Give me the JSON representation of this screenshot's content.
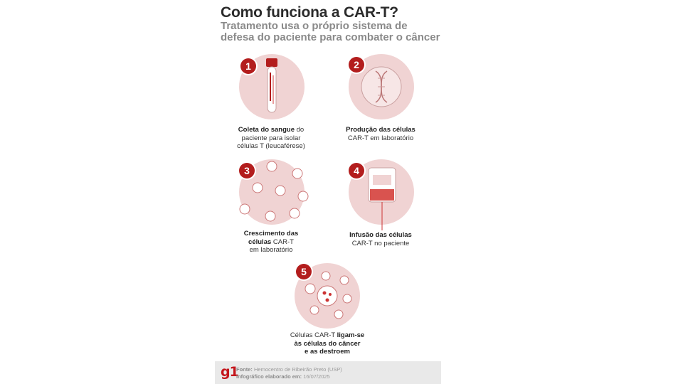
{
  "title": "Como funciona a CAR-T?",
  "subtitle": "Tratamento usa o próprio sistema de defesa do paciente para combater o câncer",
  "steps": [
    {
      "number": "1",
      "bold": "Coleta do sangue",
      "text_a": " do",
      "text_b": "paciente para isolar",
      "text_c": "células T (leucaférese)"
    },
    {
      "number": "2",
      "bold": "Produção das células",
      "text_b": "CAR-T em laboratório"
    },
    {
      "number": "3",
      "bold_a": "Crescimento das",
      "bold_b": "células",
      "text_a": " CAR-T",
      "text_b": "em laboratório"
    },
    {
      "number": "4",
      "bold": "Infusão das células",
      "text_b": "CAR-T no paciente"
    },
    {
      "number": "5",
      "text_a": "Células CAR-T ",
      "bold_a": "ligam-se",
      "bold_b": "às células do câncer",
      "bold_c": "e as destroem"
    }
  ],
  "footer": {
    "logo": "g1",
    "source_label": "Fonte:",
    "source": " Hemocentro de Ribeirão Preto (USP)",
    "date_label": "Infográfico elaborado em:",
    "date": " 16/07/2025"
  },
  "colors": {
    "accent": "#b31d1d",
    "circle": "#f0d3d3",
    "title": "#2b2b2b",
    "subtitle": "#8a8a8a"
  }
}
